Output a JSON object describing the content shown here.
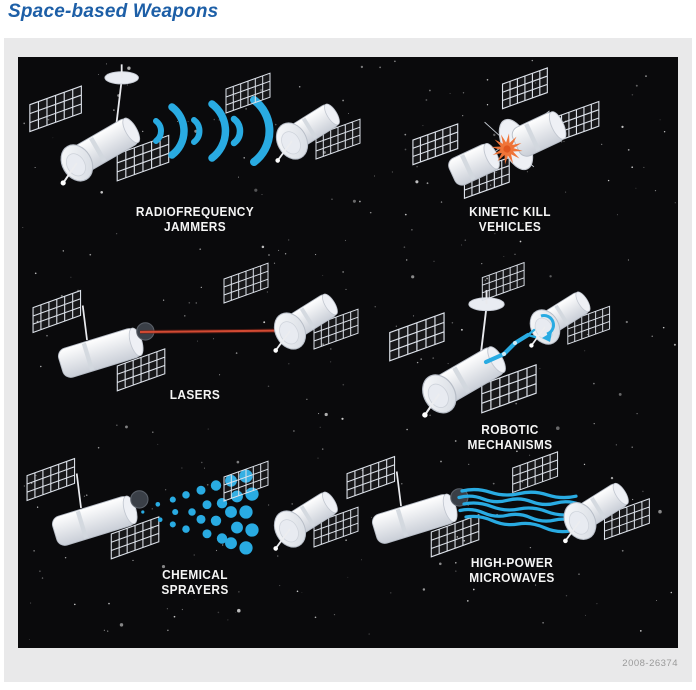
{
  "page": {
    "title": "Space-based Weapons",
    "figure_number": "2008-26374"
  },
  "panels": [
    {
      "id": "radiofrequency-jammers",
      "label_lines": [
        "RADIOFREQUENCY",
        "JAMMERS"
      ],
      "depicts": "satellite emitting blue radio-wave arcs toward a target satellite"
    },
    {
      "id": "kinetic-kill-vehicles",
      "label_lines": [
        "KINETIC KILL",
        "VEHICLES"
      ],
      "depicts": "two satellites colliding with an orange impact burst"
    },
    {
      "id": "lasers",
      "label_lines": [
        "LASERS"
      ],
      "depicts": "satellite firing a thin red laser beam at a target satellite dish"
    },
    {
      "id": "robotic-mechanisms",
      "label_lines": [
        "ROBOTIC",
        "MECHANISMS"
      ],
      "depicts": "satellite with a blue robotic arm grabbing another satellite"
    },
    {
      "id": "chemical-sprayers",
      "label_lines": [
        "CHEMICAL",
        "SPRAYERS"
      ],
      "depicts": "satellite spraying a widening cone of blue droplets at a target satellite"
    },
    {
      "id": "high-power-microwaves",
      "label_lines": [
        "HIGH-POWER",
        "MICROWAVES"
      ],
      "depicts": "satellite emitting wavy blue microwave beams at a target satellite dish"
    }
  ],
  "colors": {
    "title_blue": "#1d5fa7",
    "beam_blue": "#29abe2",
    "laser_red": "#d24a33",
    "explosion_orange": "#ef7438",
    "label_text": "#f5f5f5",
    "scene_background": "#0a0a0c",
    "frame_background": "#e9e9ea"
  }
}
